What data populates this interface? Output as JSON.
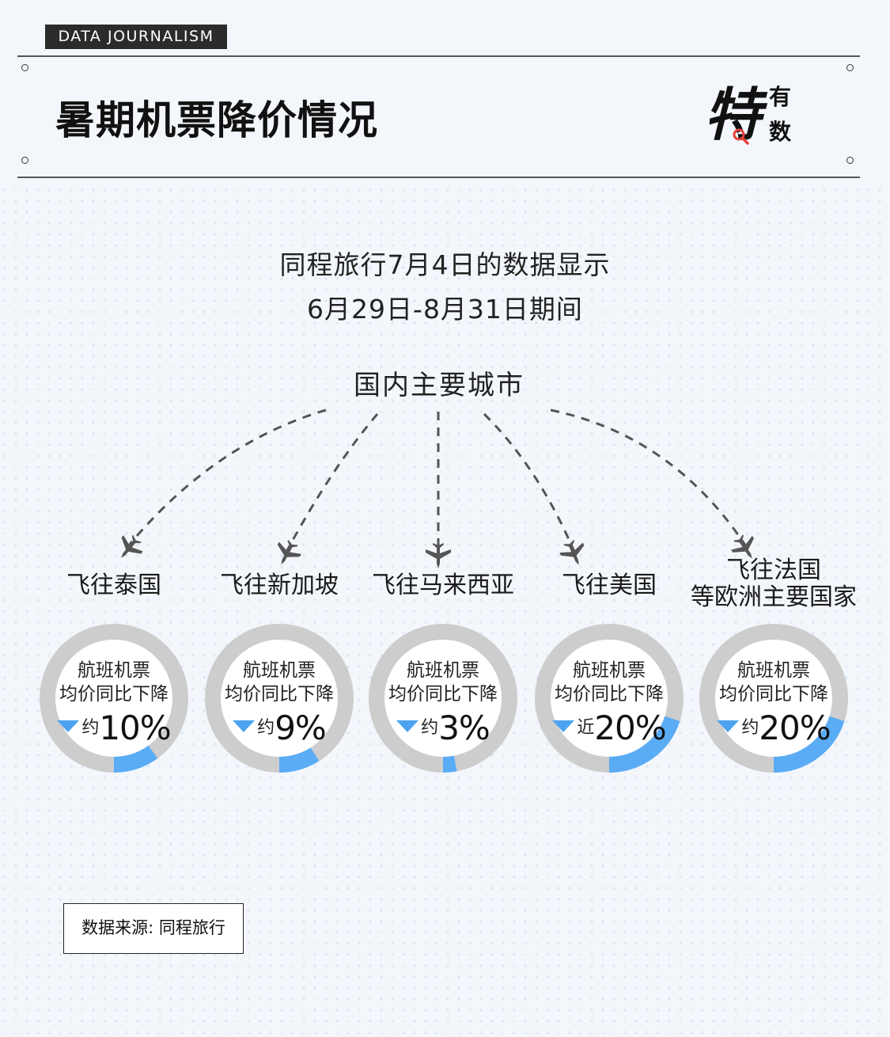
{
  "header": {
    "tag": "DATA  JOURNALISM",
    "title": "暑期机票降价情况",
    "logo": {
      "main": "特",
      "top": "有",
      "bottom": "数"
    }
  },
  "subtitle": {
    "line1": "同程旅行7月4日的数据显示",
    "line2": "6月29日-8月31日期间"
  },
  "origin": "国内主要城市",
  "ring_caption": {
    "line1": "航班机票",
    "line2": "均价同比下降"
  },
  "footer": {
    "source": "数据来源: 同程旅行"
  },
  "colors": {
    "accent": "#5aacf5",
    "track": "#cdcdcd",
    "arrow": "#555555",
    "triangle": "#4da3f0"
  },
  "chart_data": {
    "type": "pie",
    "title": "暑期机票降价情况",
    "categories": [
      "飞往泰国",
      "飞往新加坡",
      "飞往马来西亚",
      "飞往美国",
      "飞往法国等欧洲主要国家"
    ],
    "values": [
      10,
      9,
      3,
      20,
      20
    ],
    "unit": "%",
    "qualifiers": [
      "约",
      "约",
      "约",
      "近",
      "约"
    ],
    "labels": [
      "10%",
      "9%",
      "3%",
      "20%",
      "20%"
    ],
    "dest_lines": [
      [
        "飞往泰国"
      ],
      [
        "飞往新加坡"
      ],
      [
        "飞往马来西亚"
      ],
      [
        "飞往美国"
      ],
      [
        "飞往法国",
        "等欧洲主要国家"
      ]
    ]
  }
}
